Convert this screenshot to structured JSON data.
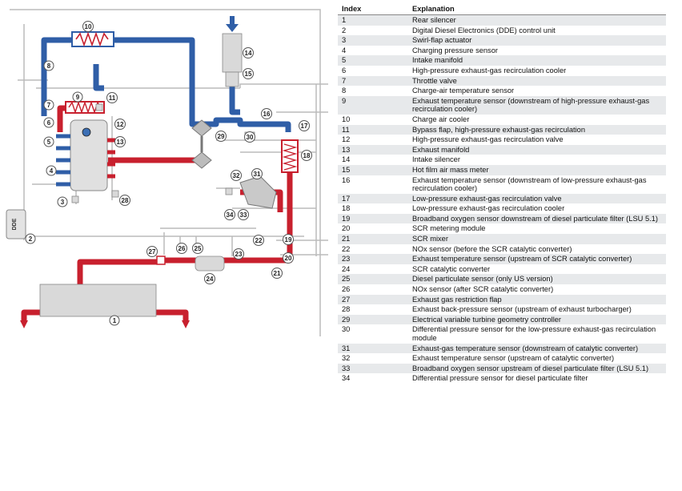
{
  "diagram": {
    "callouts": [
      "1",
      "2",
      "3",
      "4",
      "5",
      "6",
      "7",
      "8",
      "9",
      "10",
      "11",
      "12",
      "13",
      "14",
      "15",
      "16",
      "17",
      "18",
      "19",
      "20",
      "21",
      "22",
      "23",
      "24",
      "25",
      "26",
      "27",
      "28",
      "29",
      "30",
      "31",
      "32",
      "33",
      "34"
    ],
    "dde_label": "DDE"
  },
  "legend": {
    "header_index": "Index",
    "header_explanation": "Explanation",
    "rows": [
      {
        "index": "1",
        "text": "Rear silencer"
      },
      {
        "index": "2",
        "text": "Digital Diesel Electronics (DDE) control unit"
      },
      {
        "index": "3",
        "text": "Swirl-flap actuator"
      },
      {
        "index": "4",
        "text": "Charging pressure sensor"
      },
      {
        "index": "5",
        "text": "Intake manifold"
      },
      {
        "index": "6",
        "text": "High-pressure exhaust-gas recirculation cooler"
      },
      {
        "index": "7",
        "text": "Throttle valve"
      },
      {
        "index": "8",
        "text": "Charge-air temperature sensor"
      },
      {
        "index": "9",
        "text": "Exhaust temperature sensor (downstream of high-pressure exhaust-gas recirculation cooler)"
      },
      {
        "index": "10",
        "text": "Charge air cooler"
      },
      {
        "index": "11",
        "text": "Bypass flap, high-pressure exhaust-gas recirculation"
      },
      {
        "index": "12",
        "text": "High-pressure exhaust-gas recirculation valve"
      },
      {
        "index": "13",
        "text": "Exhaust manifold"
      },
      {
        "index": "14",
        "text": "Intake silencer"
      },
      {
        "index": "15",
        "text": "Hot film air mass meter"
      },
      {
        "index": "16",
        "text": "Exhaust temperature sensor (downstream of low-pressure exhaust-gas recirculation cooler)"
      },
      {
        "index": "17",
        "text": "Low-pressure exhaust-gas recirculation valve"
      },
      {
        "index": "18",
        "text": "Low-pressure exhaust-gas recirculation cooler"
      },
      {
        "index": "19",
        "text": "Broadband oxygen sensor downstream of diesel particulate filter (LSU 5.1)"
      },
      {
        "index": "20",
        "text": "SCR metering module"
      },
      {
        "index": "21",
        "text": "SCR mixer"
      },
      {
        "index": "22",
        "text": "NOx sensor (before the SCR catalytic converter)"
      },
      {
        "index": "23",
        "text": "Exhaust temperature sensor (upstream of SCR catalytic converter)"
      },
      {
        "index": "24",
        "text": "SCR catalytic converter"
      },
      {
        "index": "25",
        "text": "Diesel particulate sensor (only US version)"
      },
      {
        "index": "26",
        "text": "NOx sensor (after SCR catalytic converter)"
      },
      {
        "index": "27",
        "text": "Exhaust gas restriction flap"
      },
      {
        "index": "28",
        "text": "Exhaust back-pressure sensor (upstream of exhaust turbocharger)"
      },
      {
        "index": "29",
        "text": "Electrical variable turbine geometry controller"
      },
      {
        "index": "30",
        "text": "Differential pressure sensor for the low-pressure exhaust-gas recirculation module"
      },
      {
        "index": "31",
        "text": "Exhaust-gas temperature sensor (downstream of catalytic converter)"
      },
      {
        "index": "32",
        "text": "Exhaust temperature sensor (upstream of catalytic converter)"
      },
      {
        "index": "33",
        "text": "Broadband oxygen sensor upstream of diesel particulate filter (LSU 5.1)"
      },
      {
        "index": "34",
        "text": "Differential pressure sensor for diesel particulate filter"
      }
    ]
  }
}
